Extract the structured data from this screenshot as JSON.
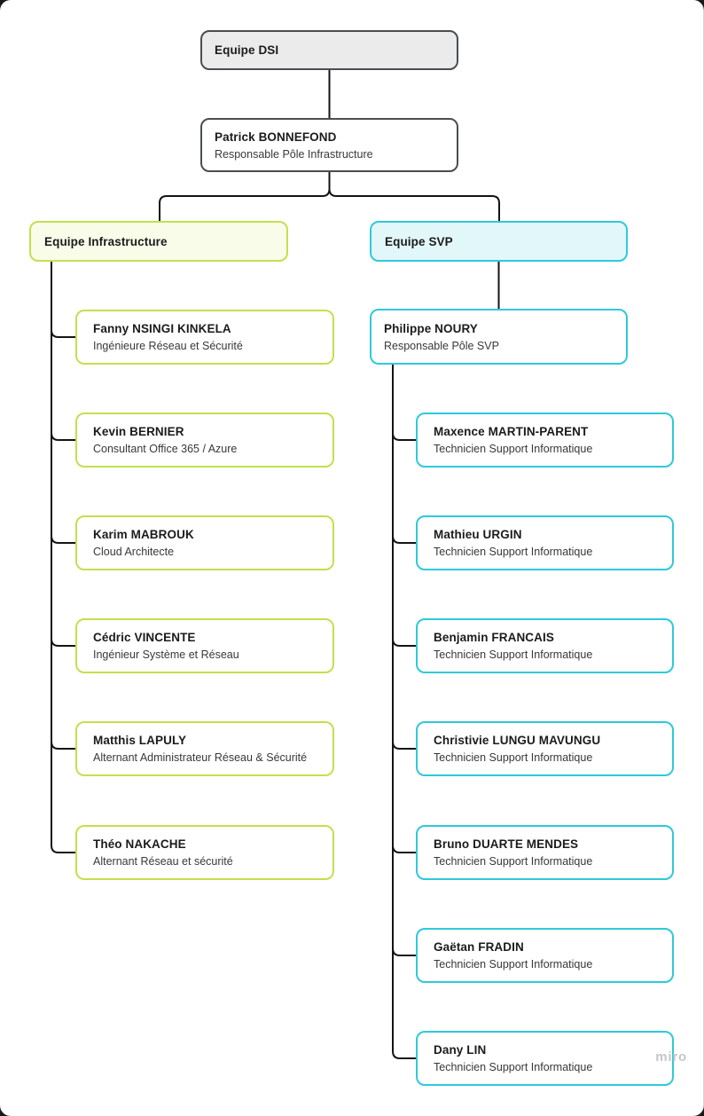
{
  "watermark": "miro",
  "colors": {
    "infrastructure_accent": "#c3e04e",
    "infrastructure_fill": "#f9fce9",
    "svp_accent": "#2fc9da",
    "svp_fill": "#e2f7f9",
    "root_fill": "#ebebeb",
    "node_border_dark": "#4a4d52",
    "connector": "#141414"
  },
  "org": {
    "top_label": "Equipe DSI",
    "head": {
      "name": "Patrick BONNEFOND",
      "role": "Responsable Pôle Infrastructure"
    },
    "infrastructure": {
      "team_label": "Equipe Infrastructure",
      "members": [
        {
          "name": "Fanny NSINGI KINKELA",
          "role": "Ingénieure Réseau et Sécurité"
        },
        {
          "name": "Kevin BERNIER",
          "role": "Consultant Office 365 / Azure"
        },
        {
          "name": "Karim MABROUK",
          "role": "Cloud Architecte"
        },
        {
          "name": "Cédric VINCENTE",
          "role": "Ingénieur Système et Réseau"
        },
        {
          "name": "Matthis LAPULY",
          "role": "Alternant Administrateur Réseau & Sécurité"
        },
        {
          "name": "Théo NAKACHE",
          "role": "Alternant Réseau et sécurité"
        }
      ]
    },
    "svp": {
      "team_label": "Equipe SVP",
      "lead": {
        "name": "Philippe NOURY",
        "role": "Responsable Pôle SVP"
      },
      "members": [
        {
          "name": "Maxence MARTIN-PARENT",
          "role": "Technicien Support Informatique"
        },
        {
          "name": "Mathieu URGIN",
          "role": "Technicien Support Informatique"
        },
        {
          "name": "Benjamin FRANCAIS",
          "role": "Technicien Support Informatique"
        },
        {
          "name": "Christivie LUNGU MAVUNGU",
          "role": "Technicien Support Informatique"
        },
        {
          "name": "Bruno DUARTE MENDES",
          "role": "Technicien Support Informatique"
        },
        {
          "name": "Gaëtan FRADIN",
          "role": "Technicien Support Informatique"
        },
        {
          "name": "Dany LIN",
          "role": "Technicien Support Informatique"
        }
      ]
    }
  }
}
